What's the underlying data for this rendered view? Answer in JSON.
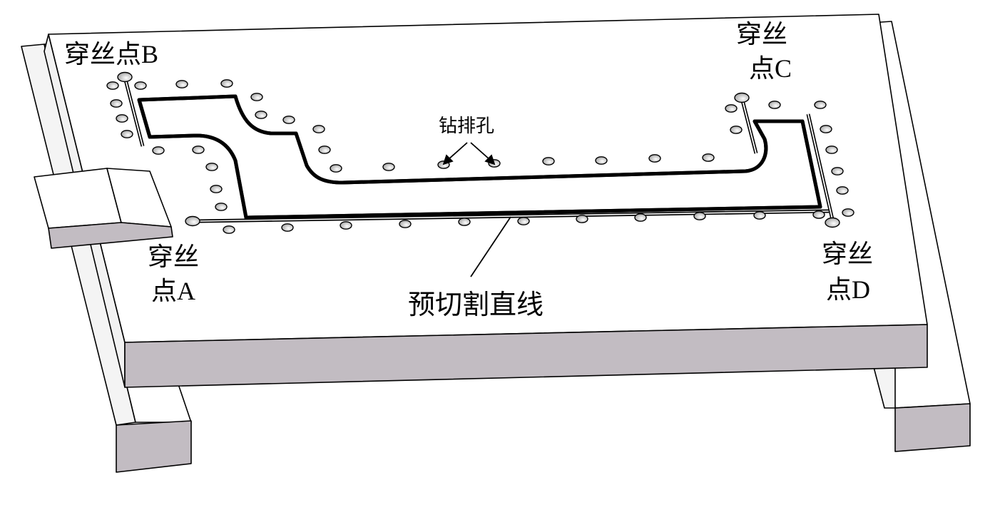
{
  "labels": {
    "point_b": "穿丝点B",
    "point_c_line1": "穿丝",
    "point_c_line2": "点C",
    "point_a_line1": "穿丝",
    "point_a_line2": "点A",
    "point_d_line1": "穿丝",
    "point_d_line2": "点D",
    "drill_holes": "钻排孔",
    "precut_line": "预切割直线"
  },
  "colors": {
    "top_face": "#ffffff",
    "side_face": "#f2f2f2",
    "shaded_face": "#c2bcc2",
    "line": "#000000"
  }
}
